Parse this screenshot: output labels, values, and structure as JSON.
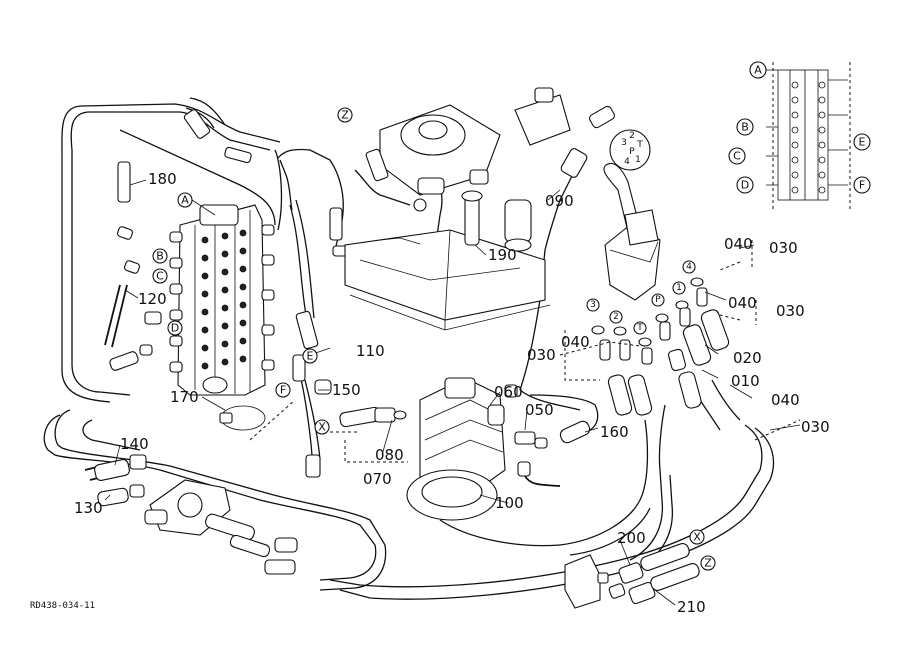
{
  "callouts": {
    "c180": "180",
    "c120": "120",
    "c110": "110",
    "c150": "150",
    "c170": "170",
    "c140": "140",
    "c130": "130",
    "c190": "190",
    "c090": "090",
    "c040a": "040",
    "c030a": "030",
    "c040b": "040",
    "c030b": "030",
    "c040c": "040",
    "c030c": "030",
    "c020": "020",
    "c010": "010",
    "c040d": "040",
    "c030d": "030",
    "c060": "060",
    "c050": "050",
    "c160": "160",
    "c080": "080",
    "c070": "070",
    "c100": "100",
    "c200": "200",
    "c210": "210"
  },
  "letters": {
    "A": "A",
    "B": "B",
    "C": "C",
    "D": "D",
    "E": "E",
    "F": "F",
    "X": "X",
    "Z": "Z"
  },
  "ports": {
    "p1": "1",
    "p2": "2",
    "p3": "3",
    "p4": "4",
    "pP": "P",
    "pT": "T"
  },
  "reference_code": "RD438-034-11"
}
